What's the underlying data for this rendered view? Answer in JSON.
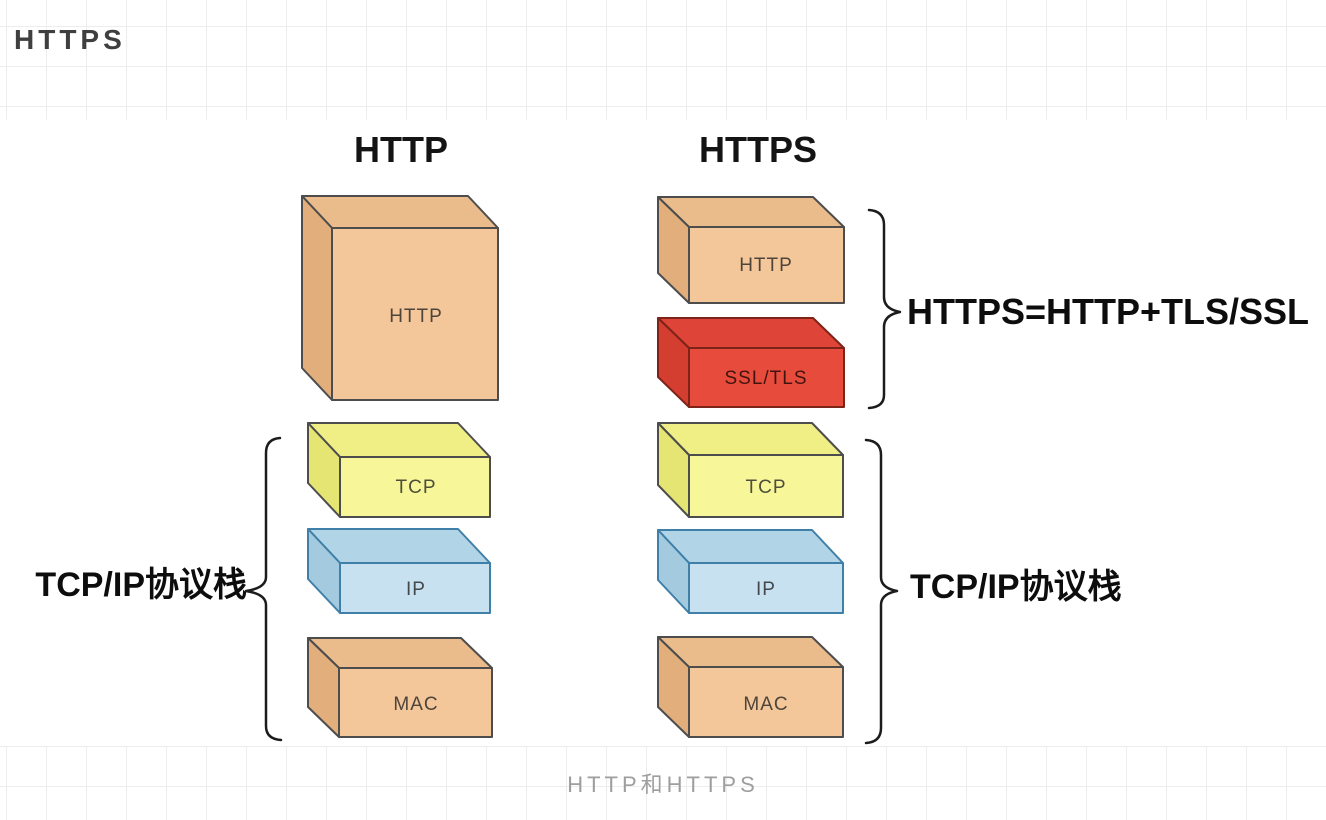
{
  "page": {
    "title": "HTTPS",
    "caption": "HTTP和HTTPS"
  },
  "diagram": {
    "headers": {
      "left": "HTTP",
      "right": "HTTPS"
    },
    "left_stack": {
      "boxes": [
        "HTTP",
        "TCP",
        "IP",
        "MAC"
      ],
      "brace_label": "TCP/IP协议栈"
    },
    "right_stack": {
      "boxes": [
        "HTTP",
        "SSL/TLS",
        "TCP",
        "IP",
        "MAC"
      ],
      "equation_label": "HTTPS=HTTP+TLS/SSL",
      "brace_label": "TCP/IP协议栈"
    },
    "colors": {
      "tan": {
        "front": "#F3C79A",
        "top": "#EBBC8B",
        "side": "#E1AE7C",
        "stroke": "#4D4D4D",
        "text": "#4E443A"
      },
      "red": {
        "front": "#E74B3C",
        "top": "#DE4437",
        "side": "#D43E31",
        "stroke": "#7E2318",
        "text": "#41140E"
      },
      "yellow": {
        "front": "#F7F799",
        "top": "#EFEF86",
        "side": "#E5E573",
        "stroke": "#4D4D4D",
        "text": "#4E4E3C"
      },
      "blue": {
        "front": "#C7E1F0",
        "top": "#B1D4E6",
        "side": "#A3CADF",
        "stroke": "#4080A8",
        "text": "#44484C"
      },
      "brace": "#1C1C1C",
      "grid_line": "#EDEDED",
      "caption_gray": "#9E9E9E"
    }
  }
}
